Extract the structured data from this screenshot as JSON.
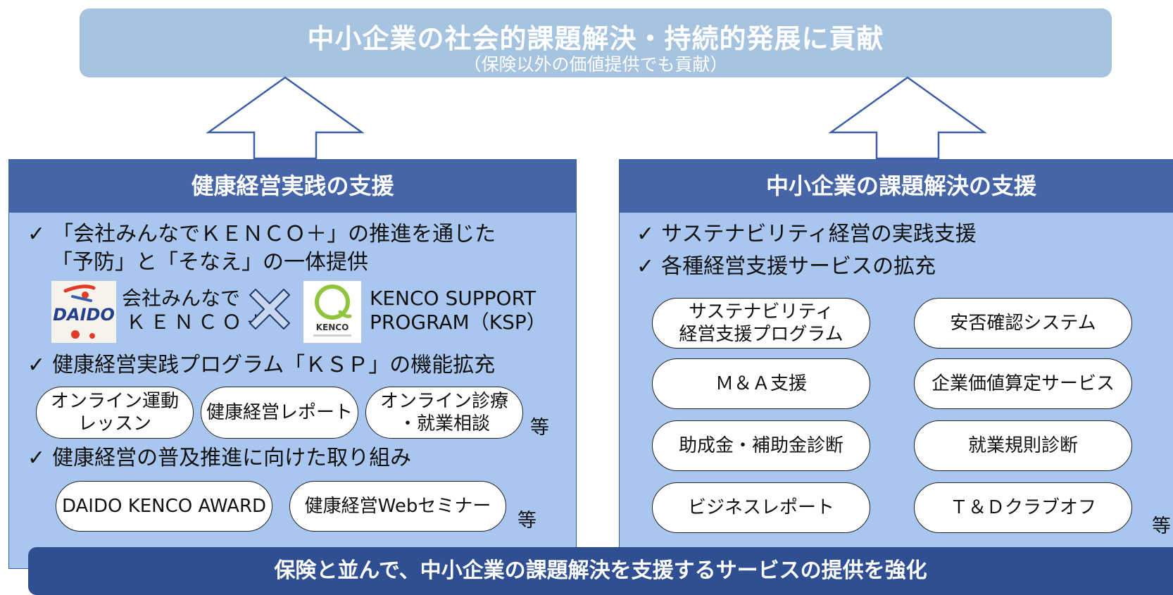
{
  "banner": {
    "title": "中小企業の社会的課題解決・持続的発展に貢献",
    "subtitle": "（保険以外の価値提供でも貢献）"
  },
  "left": {
    "heading": "健康経営実践の支援",
    "bullet1_line1": "「会社みんなでＫＥＮＣＯ＋」の推進を通じた",
    "bullet1_line2": "「予防」と「そなえ」の一体提供",
    "logo1_text1": "会社みんなで",
    "logo1_text2": "ＫＥＮＣＯ＋",
    "logo2_text1": "KENCO SUPPORT",
    "logo2_text2": "PROGRAM（KSP）",
    "daido_logo_text": "DAIDO",
    "kenco_logo_text": "KENCO",
    "bullet2": "健康経営実践プログラム「ＫＳＰ」の機能拡充",
    "pills_row1": [
      "オンライン運動\nレッスン",
      "健康経営レポート",
      "オンライン診療\n・就業相談"
    ],
    "bullet3": "健康経営の普及推進に向けた取り組み",
    "pills_row2": [
      "DAIDO KENCO AWARD",
      "健康経営Webセミナー"
    ],
    "etc": "等"
  },
  "right": {
    "heading": "中小企業の課題解決の支援",
    "bullet1": "サステナビリティ経営の実践支援",
    "bullet2": "各種経営支援サービスの拡充",
    "pills": [
      "サステナビリティ\n経営支援プログラム",
      "安否確認システム",
      "Ｍ＆Ａ支援",
      "企業価値算定サービス",
      "助成金・補助金診断",
      "就業規則診断",
      "ビジネスレポート",
      "Ｔ＆Ｄクラブオフ"
    ],
    "etc": "等"
  },
  "footer": "保険と並んで、中小企業の課題解決を支援するサービスの提供を強化",
  "colors": {
    "banner": "#a6c3e0",
    "panel": "#a9c6ee",
    "panel_header": "#4664a8",
    "footer": "#2f4f92",
    "arrow_outline": "#3b5fa4"
  }
}
